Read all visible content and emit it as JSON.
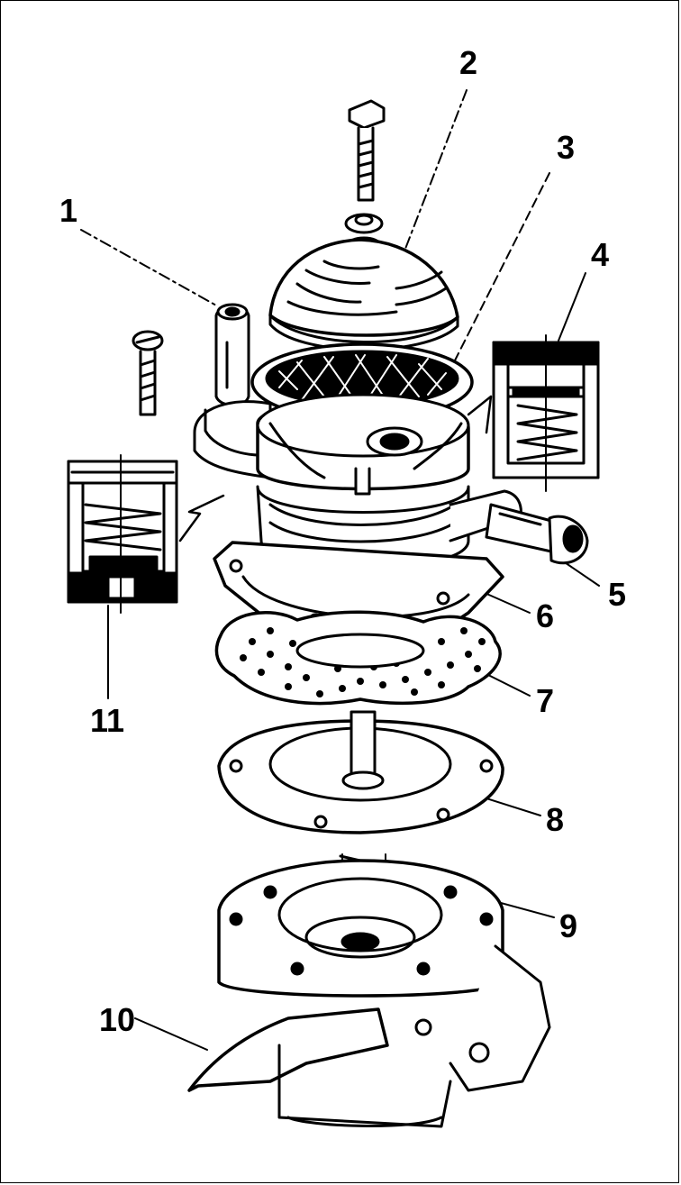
{
  "diagram": {
    "labels": [
      {
        "id": "1",
        "text": "1"
      },
      {
        "id": "2",
        "text": "2"
      },
      {
        "id": "3",
        "text": "3"
      },
      {
        "id": "4",
        "text": "4"
      },
      {
        "id": "5",
        "text": "5"
      },
      {
        "id": "6",
        "text": "6"
      },
      {
        "id": "7",
        "text": "7"
      },
      {
        "id": "8",
        "text": "8"
      },
      {
        "id": "9",
        "text": "9"
      },
      {
        "id": "10",
        "text": "10"
      },
      {
        "id": "11",
        "text": "11"
      }
    ]
  },
  "colors": {
    "ink": "#000000",
    "paper": "#ffffff"
  }
}
